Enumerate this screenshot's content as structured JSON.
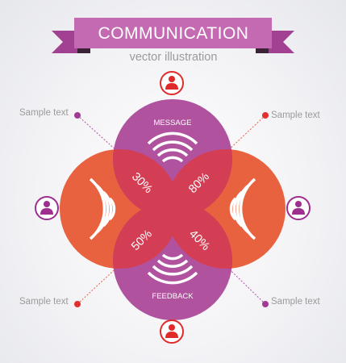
{
  "banner": {
    "title": "COMMUNICATION",
    "subtitle": "vector illustration"
  },
  "petals": {
    "top": "MESSAGE",
    "bottom": "FEEDBACK"
  },
  "overlaps": [
    {
      "id": "top-left",
      "value": "30%"
    },
    {
      "id": "top-right",
      "value": "80%"
    },
    {
      "id": "bottom-left",
      "value": "50%"
    },
    {
      "id": "bottom-right",
      "value": "40%"
    }
  ],
  "callouts": {
    "top_left": "Sample text",
    "top_right": "Sample text",
    "bottom_left": "Sample text",
    "bottom_right": "Sample text"
  },
  "colors": {
    "purple": "#b0529e",
    "orange": "#e8623f",
    "overlap": "#d43e55",
    "banner": "#c46ab2",
    "banner_dark": "#8c2f78",
    "user_red": "#e02a2a",
    "user_purple": "#9e2f8e"
  },
  "icons": {
    "user": "person-icon",
    "signal": "wifi-waves-icon"
  }
}
